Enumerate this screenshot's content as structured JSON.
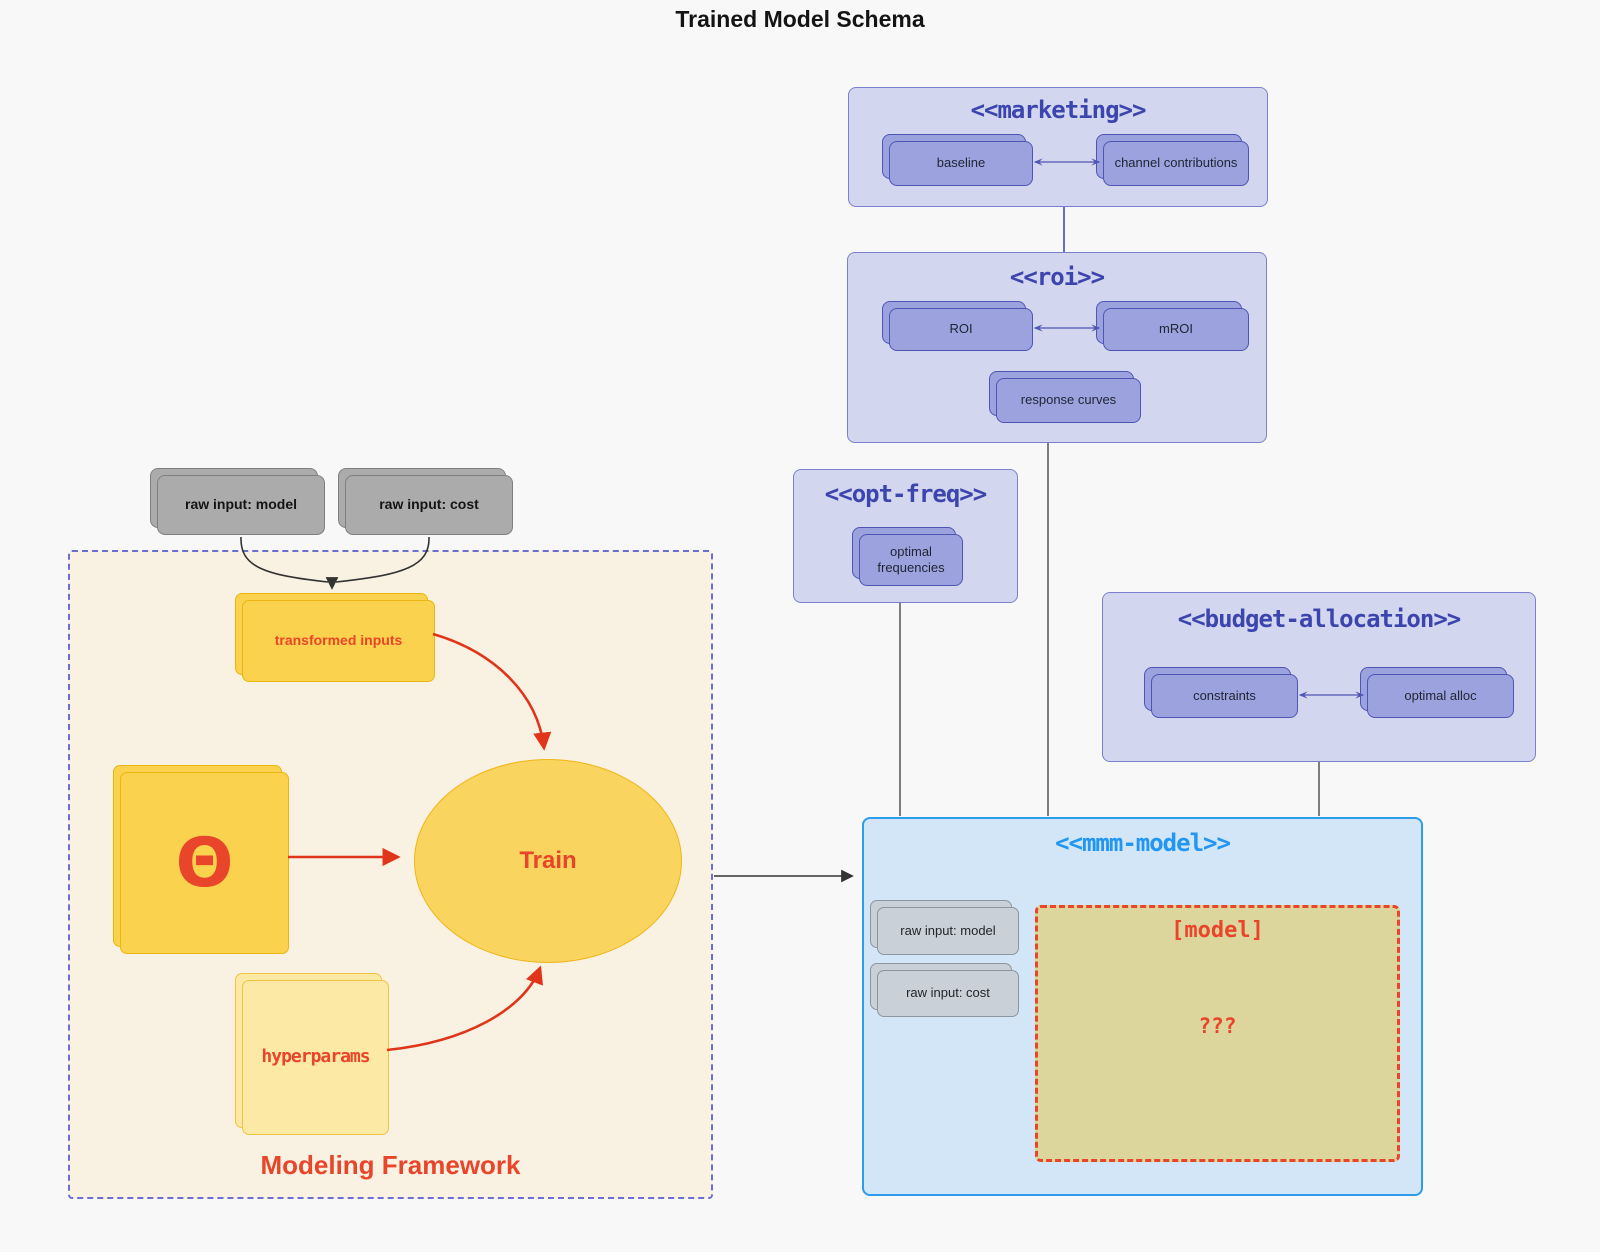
{
  "page_title": "Trained Model Schema",
  "marketing": {
    "title": "<<marketing>>",
    "baseline": "baseline",
    "channel_contributions": "channel contributions"
  },
  "roi": {
    "title": "<<roi>>",
    "roi": "ROI",
    "mroi": "mROI",
    "response_curves": "response curves"
  },
  "opt_freq": {
    "title": "<<opt-freq>>",
    "optimal_frequencies": "optimal frequencies"
  },
  "budget_allocation": {
    "title": "<<budget-allocation>>",
    "constraints": "constraints",
    "optimal_alloc": "optimal alloc"
  },
  "mmm_model": {
    "title": "<<mmm-model>>",
    "raw_input_model": "raw input: model",
    "raw_input_cost": "raw input: cost",
    "model_label": "[model]",
    "unknown": "???"
  },
  "framework": {
    "label": "Modeling Framework",
    "raw_input_model": "raw input: model",
    "raw_input_cost": "raw input: cost",
    "transformed_inputs": "transformed inputs",
    "theta": "Θ",
    "train": "Train",
    "hyperparams": "hyperparams"
  },
  "colors": {
    "background": "#f8f8f9",
    "group_purple_fill": "#d3d6ef",
    "group_purple_border": "#7b80cc",
    "group_purple_title": "#3c45ae",
    "node_purple_fill": "#9ba2de",
    "node_purple_border": "#4f55b4",
    "mmm_fill": "#d2e6f8",
    "mmm_border": "#2d9ceb",
    "mmm_title": "#2196f3",
    "framework_fill": "#f9f2e2",
    "framework_border": "#6a6fd0",
    "gold_fill": "#fbd24d",
    "gold_border": "#ecb611",
    "gold_light_fill": "#fce9a6",
    "train_fill": "#f9d45f",
    "gray_node_fill": "#ababab",
    "gray_light_node_fill": "#c9d0d7",
    "khaki_fill": "#dcd69c",
    "red_accent": "#e8452a",
    "connector_dark": "#555555",
    "connector_indigo": "#6a6fc7"
  }
}
